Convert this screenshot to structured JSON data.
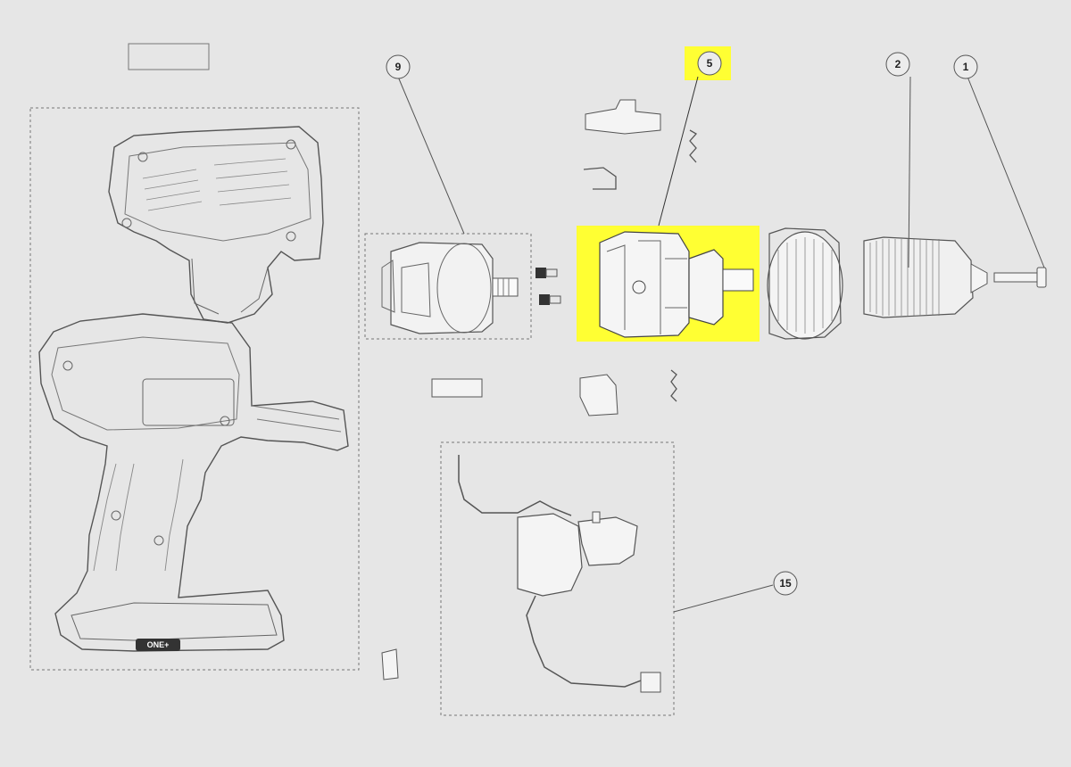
{
  "callouts": [
    {
      "id": "1",
      "label": "1"
    },
    {
      "id": "2",
      "label": "2"
    },
    {
      "id": "5",
      "label": "5"
    },
    {
      "id": "9",
      "label": "9"
    },
    {
      "id": "15",
      "label": "15"
    }
  ],
  "brand_mark": "ONE+",
  "highlight_color": "#ffff33"
}
